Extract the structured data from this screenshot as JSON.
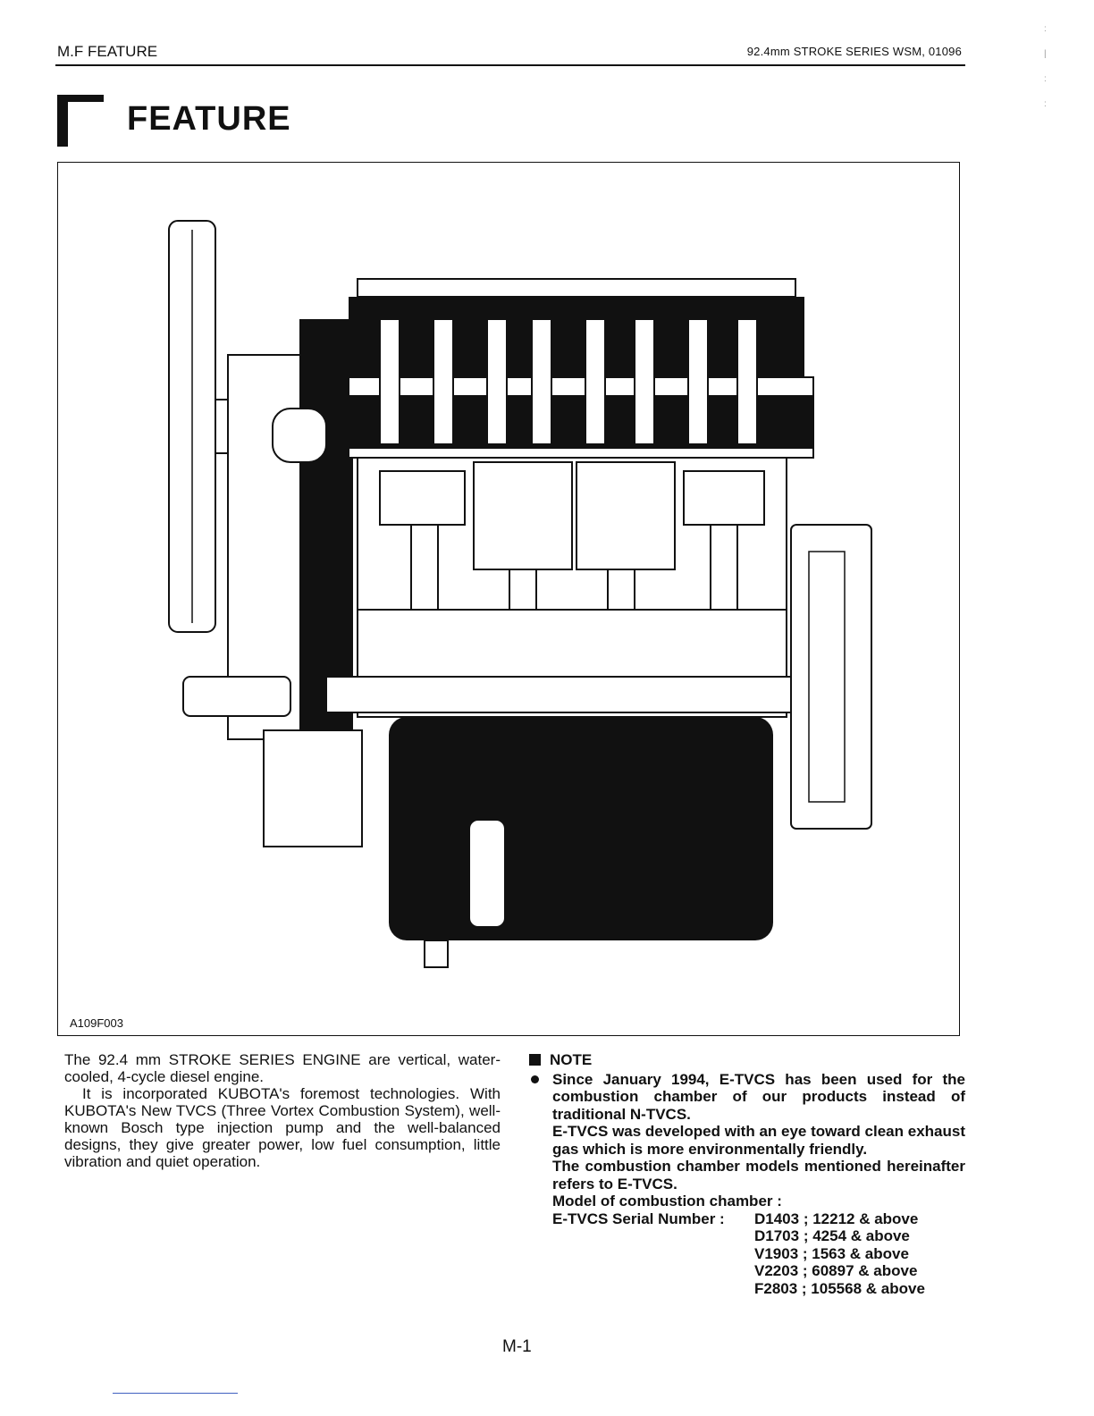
{
  "header": {
    "section": "M.F FEATURE",
    "series": "92.4mm STROKE SERIES WSM, 01096"
  },
  "title": "FEATURE",
  "figure": {
    "id": "A109F003",
    "icon": "engine-cutaway-diagram"
  },
  "intro": {
    "p1": "The 92.4 mm STROKE SERIES ENGINE are vertical, water-cooled, 4-cycle diesel engine.",
    "p2": "It is incorporated KUBOTA's foremost technologies. With KUBOTA's New TVCS (Three Vortex Combustion System), well-known Bosch type injection pump and the well-balanced designs, they give greater power, low fuel consumption, little vibration and quiet operation."
  },
  "note": {
    "heading": "NOTE",
    "line1": "Since January 1994, E-TVCS has been used for the combustion chamber of our products instead of traditional N-TVCS.",
    "line2": "E-TVCS was developed with an eye toward clean exhaust gas which is more environmentally friendly.",
    "line3": "The combustion chamber models mentioned hereinafter refers to E-TVCS.",
    "line4": "Model of combustion chamber :",
    "serial_label": "E-TVCS Serial Number :",
    "serials": [
      "D1403 ; 12212 & above",
      "D1703 ; 4254 & above",
      "V1903 ; 1563 & above",
      "V2203 ; 60897 & above",
      "F2803 ; 105568 & above"
    ]
  },
  "page_number": "M-1"
}
